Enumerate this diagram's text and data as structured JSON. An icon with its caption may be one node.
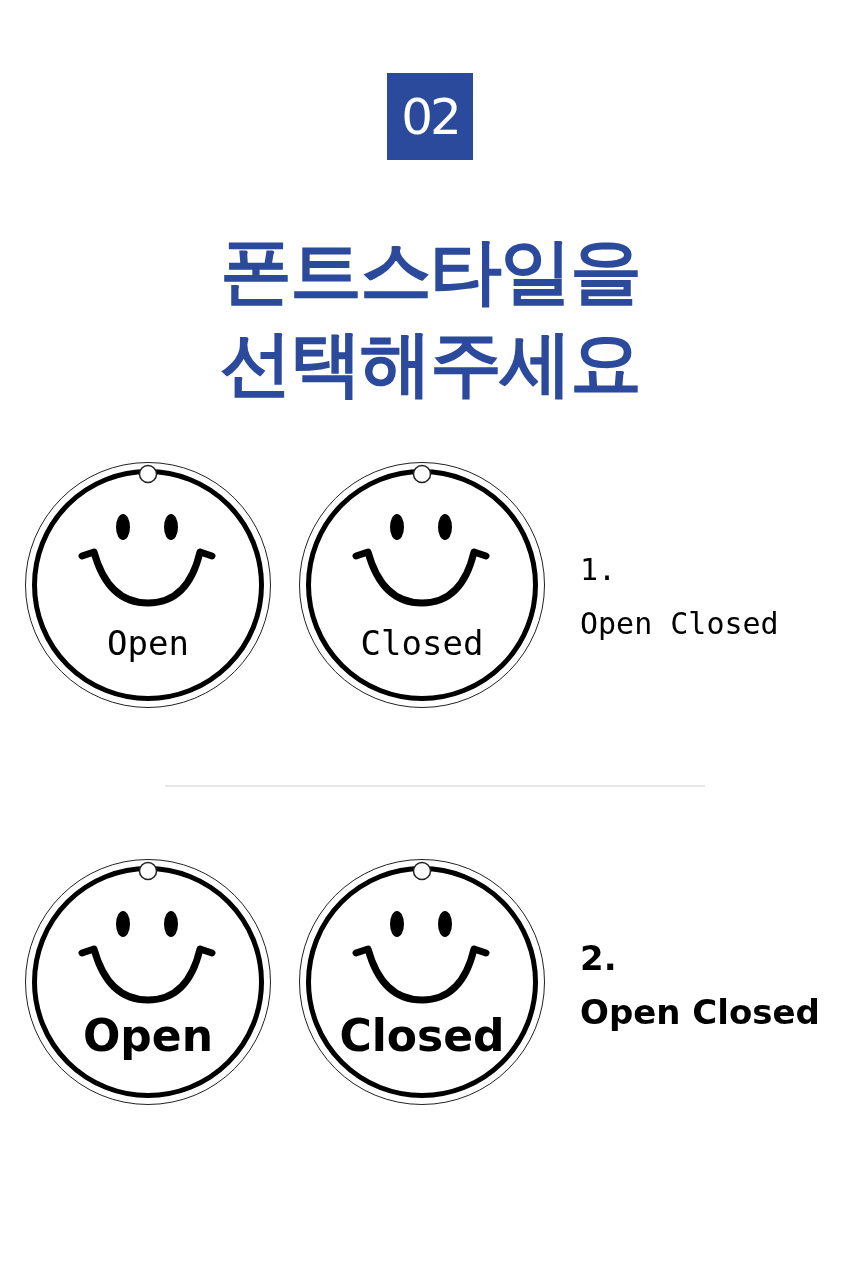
{
  "diagram": {
    "title": "폰트스타일을 선택해주세요",
    "nodes": [
      {
        "text": [
          "02"
        ]
      },
      {
        "text": [
          "Open"
        ]
      },
      {
        "text": [
          "Closed"
        ]
      },
      {
        "text": [
          "Open"
        ]
      },
      {
        "text": [
          "Closed"
        ]
      }
    ],
    "labels": [
      "1.",
      "Open Closed",
      "2.",
      "Open Closed"
    ]
  }
}
